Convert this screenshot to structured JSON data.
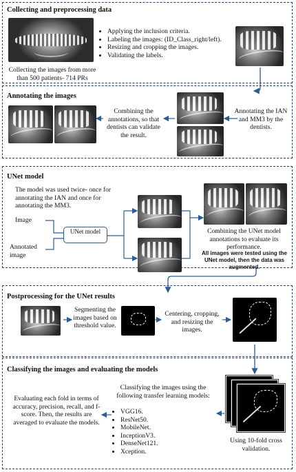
{
  "sections": {
    "collect": {
      "title": "Collecting and preprocessing data",
      "bullets": [
        "Applying the inclusion criteria.",
        "Labeling the images: (ID_Class_right/left).",
        "Resizing and cropping the images.",
        "Validating the labels."
      ],
      "caption": "Collecting the images from more than 500 patients- 714 PRs"
    },
    "annotate": {
      "title": "Annotating the images",
      "combine_text": "Combining the annotations, so that dentists can validate the result.",
      "annotate_text": "Annotating the IAN and MM3 by the dentists."
    },
    "unet": {
      "title": "UNet model",
      "intro": "The model was used twice- once for annotating the IAN and once for annotating the MM3.",
      "image_label": "Image",
      "annotated_label": "Annotated image",
      "model_label": "UNet model",
      "combine_text": "Combining the UNet model annotations to evaluate its performance.",
      "note": "All images were tested using the UNet model, then the data was augmented."
    },
    "post": {
      "title": "Postprocessing for the UNet results",
      "segment_text": "Segmenting the images based on threshold value.",
      "center_text": "Centering, cropping, and resizing the images."
    },
    "classify": {
      "title": "Classifying the images and evaluating the models",
      "evaluate_text": "Evaluating each fold in terms of accuracy, precision, recall, and f-score. Then, the results are averaged to evaluate the models.",
      "models_intro": "Classifying the images using the following transfer learning models:",
      "models": [
        "VGG16.",
        "ResNet50.",
        "MobileNet.",
        "InceptionV3.",
        "DenseNet121.",
        "Xception."
      ],
      "cv_text": "Using 10-fold cross validation."
    }
  },
  "colors": {
    "border": "#1f3f6e",
    "arrow": "#2a5d9a"
  }
}
